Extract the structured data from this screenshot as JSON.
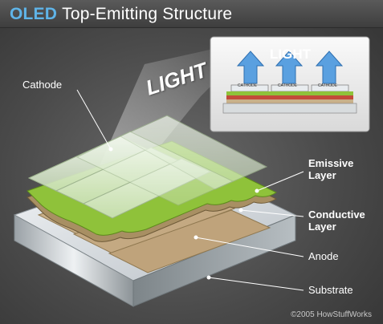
{
  "title": {
    "accent": "OLED",
    "rest": "Top-Emitting Structure"
  },
  "labels": {
    "cathode": "Cathode",
    "emissive": "Emissive\nLayer",
    "conductive": "Conductive\nLayer",
    "anode": "Anode",
    "substrate": "Substrate"
  },
  "light_text": "LIGHT",
  "inset": {
    "light_text": "LIGHT",
    "cathode_tag": "CATHODE"
  },
  "copyright": "©2005 HowStuffWorks",
  "colors": {
    "title_accent": "#5fb4e8",
    "emissive": "#8fc23a",
    "conductive": "#b39a6e",
    "anode": "#c9b08a",
    "substrate": "#dfe3e6",
    "arrow": "#5aa0e0"
  }
}
